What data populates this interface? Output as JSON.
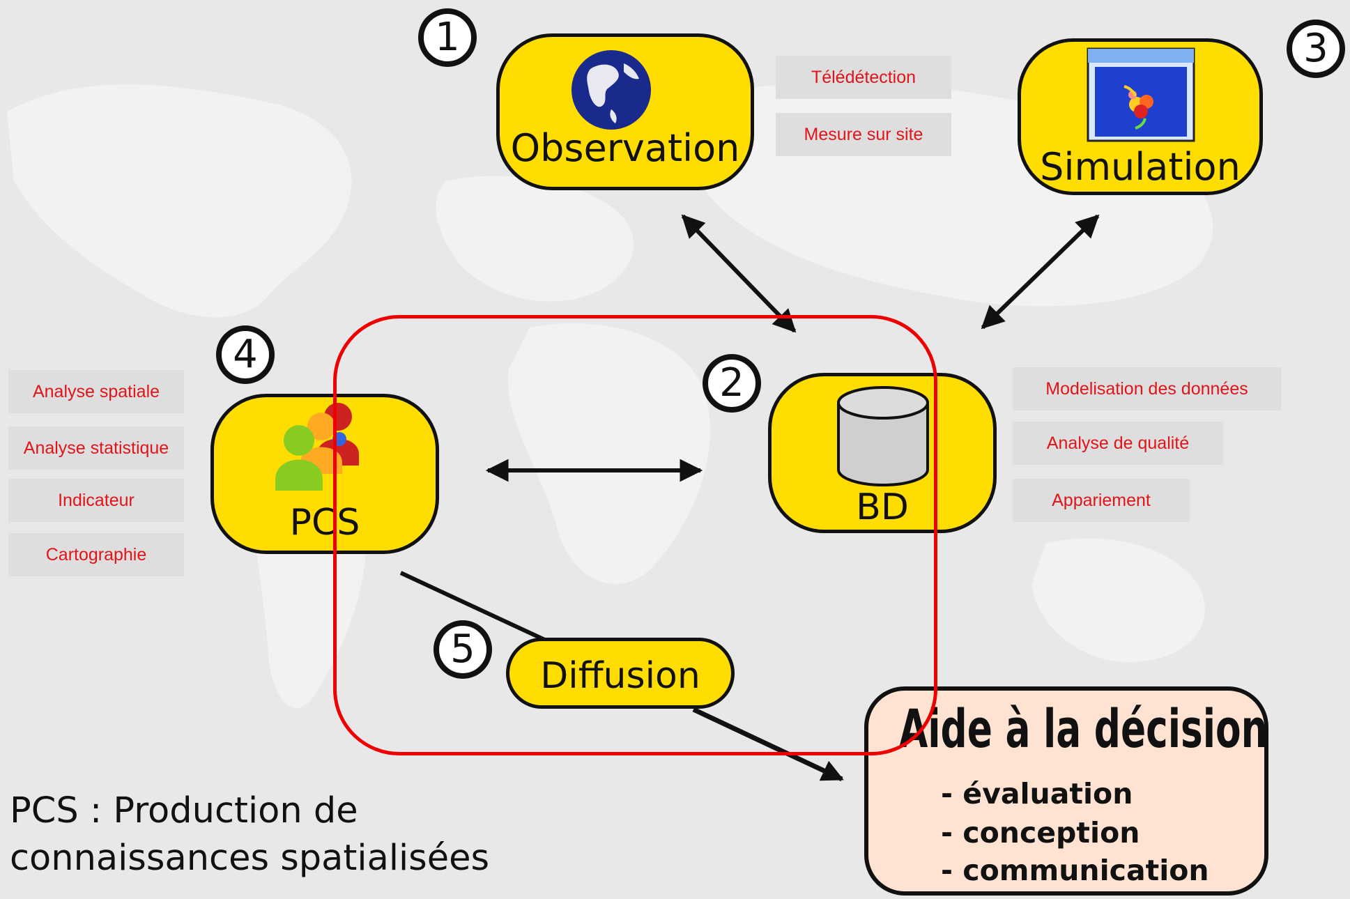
{
  "colors": {
    "node_fill": "#ffdd00",
    "node_border": "#111111",
    "tag_text": "#e0141a",
    "tag_fill": "#dedede",
    "decision_fill": "#ffe3d2",
    "focus_frame": "#ee0000"
  },
  "nodes": {
    "observation": {
      "label": "Observation",
      "badge": "1",
      "icon": "globe-icon"
    },
    "bd": {
      "label": "BD",
      "badge": "2",
      "icon": "database-cylinder-icon"
    },
    "simulation": {
      "label": "Simulation",
      "badge": "3",
      "icon": "simulation-window-icon"
    },
    "pcs": {
      "label": "PCS",
      "badge": "4",
      "icon": "users-group-icon"
    },
    "diffusion": {
      "label": "Diffusion",
      "badge": "5"
    }
  },
  "tags": {
    "observation": [
      "Télédétection",
      "Mesure sur site"
    ],
    "bd": [
      "Modelisation des données",
      "Analyse de qualité",
      "Appariement"
    ],
    "pcs": [
      "Analyse spatiale",
      "Analyse statistique",
      "Indicateur",
      "Cartographie"
    ]
  },
  "decision": {
    "title": "Aide à la décision",
    "items": [
      "- évaluation",
      "- conception",
      "- communication"
    ]
  },
  "caption": {
    "line1": "PCS : Production de",
    "line2": "connaissances spatialisées"
  }
}
